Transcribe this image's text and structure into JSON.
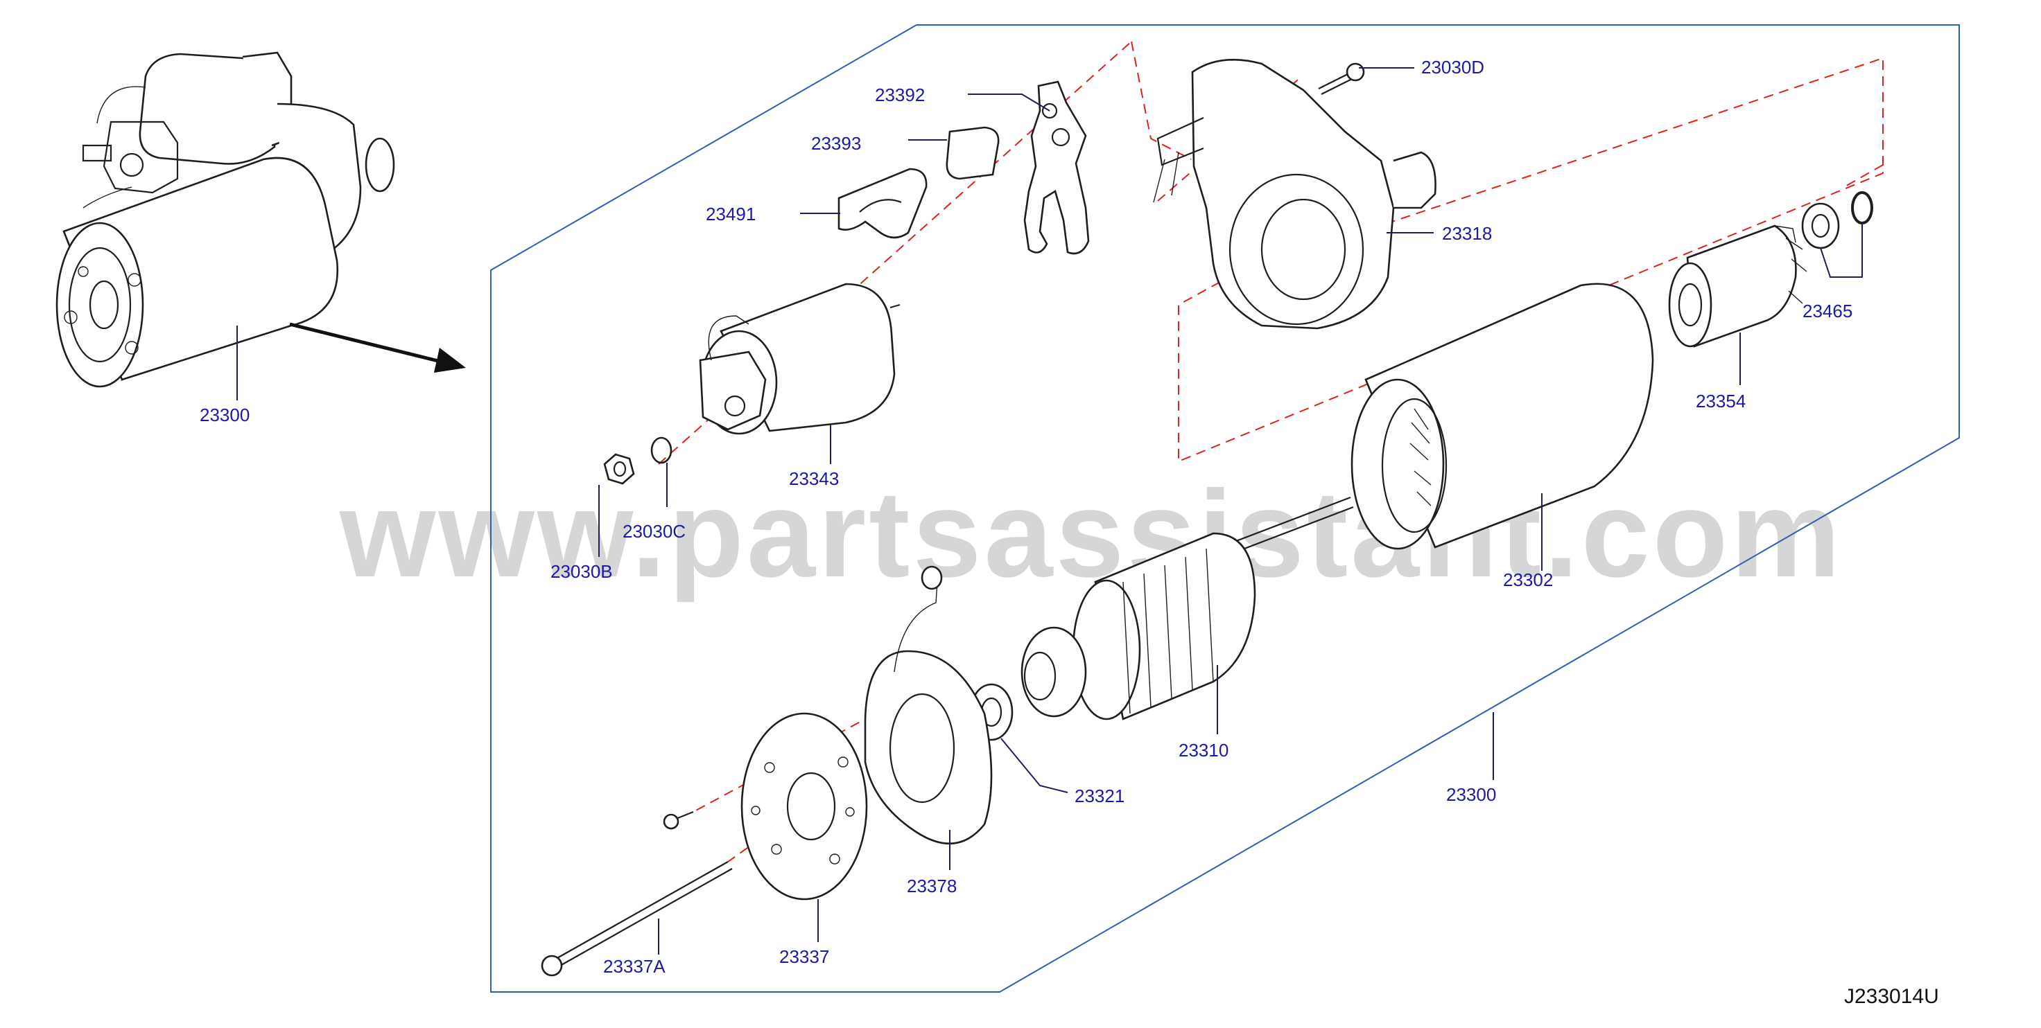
{
  "watermark": "www.partsassistant.com",
  "diagram_code": "J233014U",
  "colors": {
    "label": "#1a1aa6",
    "frame": "#2f5fb3",
    "centerline": "#e02020",
    "watermark": "#d6d6d6"
  },
  "labels": {
    "assembly_outer": "23300",
    "assembly_inner": "23300",
    "c23030D": "23030D",
    "c23392": "23392",
    "c23393": "23393",
    "c23491": "23491",
    "c23318": "23318",
    "c23465": "23465",
    "c23354": "23354",
    "c23343": "23343",
    "c23030C": "23030C",
    "c23030B": "23030B",
    "c23302": "23302",
    "c23310": "23310",
    "c23321": "23321",
    "c23378": "23378",
    "c23337": "23337",
    "c23337A": "23337A"
  }
}
